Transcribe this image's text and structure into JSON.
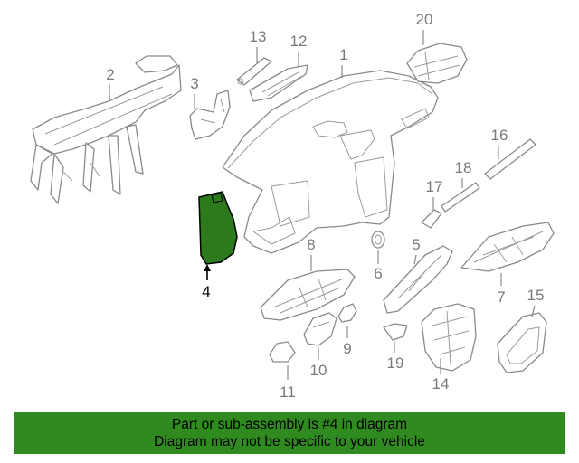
{
  "diagram": {
    "highlighted_part": "4",
    "highlight_color": "#2f8a1f",
    "callouts": {
      "p1": "1",
      "p2": "2",
      "p3": "3",
      "p4": "4",
      "p5": "5",
      "p6": "6",
      "p7": "7",
      "p8": "8",
      "p9": "9",
      "p10": "10",
      "p11": "11",
      "p12": "12",
      "p13": "13",
      "p14": "14",
      "p15": "15",
      "p16": "16",
      "p17": "17",
      "p18": "18",
      "p19": "19",
      "p20": "20"
    }
  },
  "banner": {
    "line1": "Part or sub-assembly is #4 in diagram",
    "line2": "Diagram may not be specific to your vehicle",
    "background": "#2f8a1f"
  }
}
